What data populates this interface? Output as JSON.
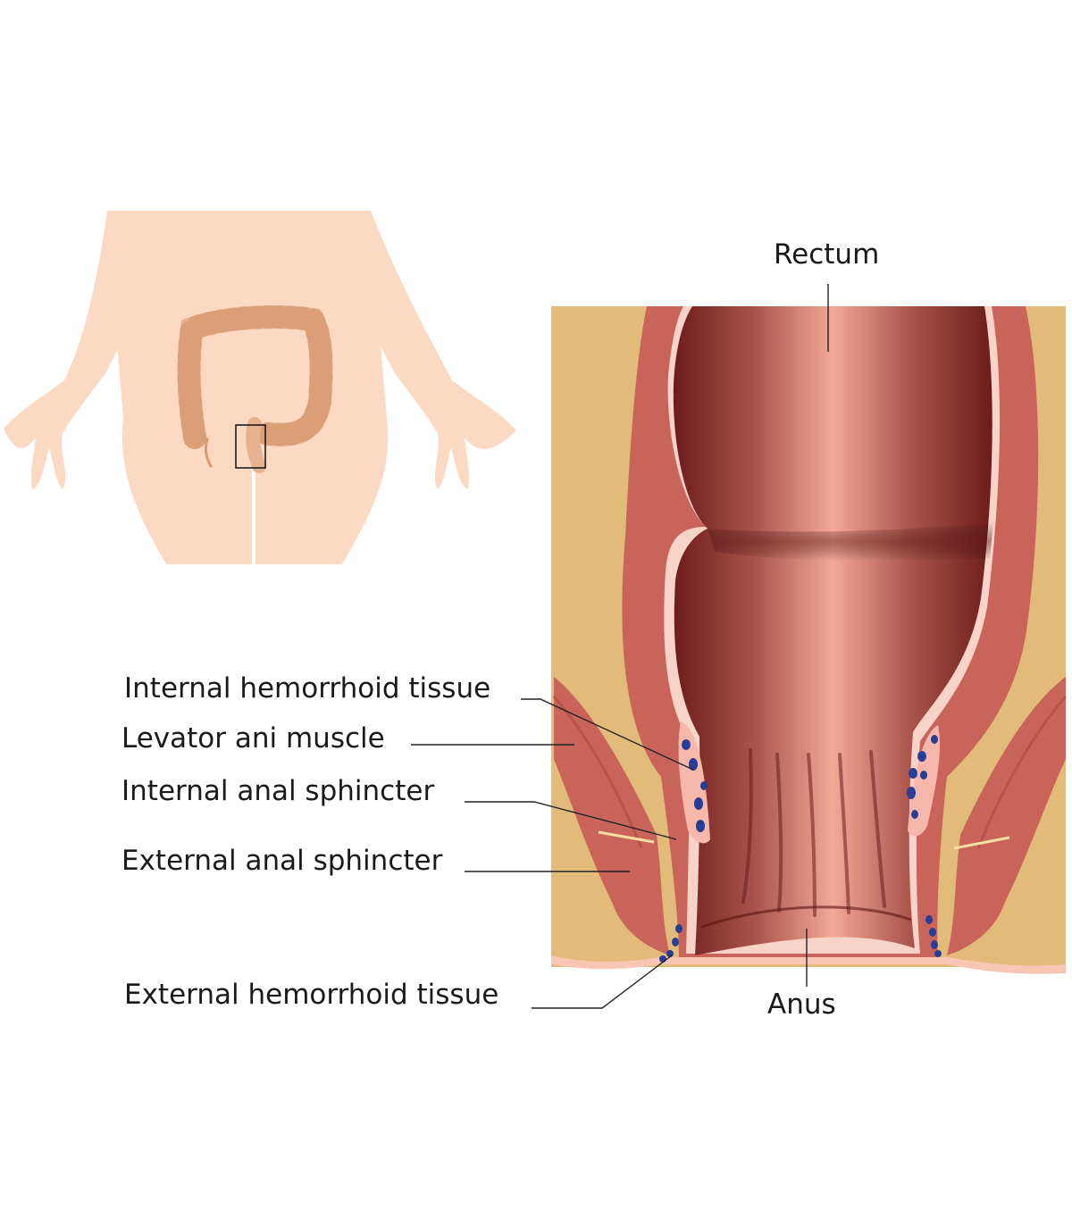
{
  "labels": {
    "rectum": "Rectum",
    "anus": "Anus",
    "internal_hemorrhoid_tissue": "Internal hemorrhoid tissue",
    "levator_ani_muscle": "Levator ani muscle",
    "internal_anal_sphincter": "Internal anal sphincter",
    "external_anal_sphincter": "External anal sphincter",
    "external_hemorrhoid_tissue": "External hemorrhoid tissue"
  },
  "colors": {
    "skin": "#fbd9c3",
    "colon": "#e6b28f",
    "background_fat": "#e2bb7a",
    "muscle": "#c9645a",
    "muscle_dark": "#a94a43",
    "mucosa_light": "#f3a493",
    "mucosa_dark": "#7a2222",
    "lining": "#f8d3c7",
    "hemorrhoid_pad": "#f6b8ab",
    "vessel": "#283d95",
    "leader_line": "#222222"
  }
}
